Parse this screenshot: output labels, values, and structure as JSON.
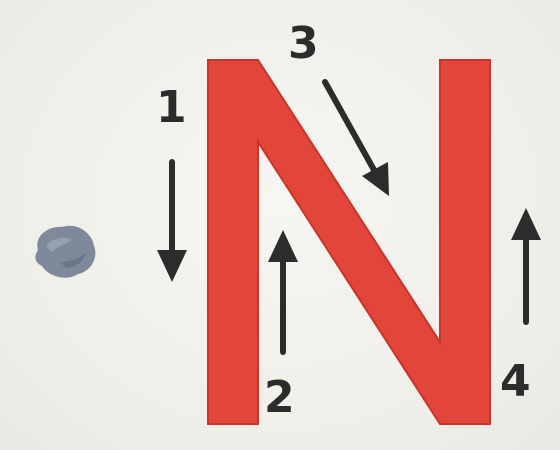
{
  "letter": {
    "glyph": "N",
    "color": "#e2453a"
  },
  "stroke_steps": [
    {
      "number": "1",
      "direction": "down"
    },
    {
      "number": "2",
      "direction": "up"
    },
    {
      "number": "3",
      "direction": "diagonal-down-right"
    },
    {
      "number": "4",
      "direction": "up"
    }
  ],
  "marker": {
    "icon": "gray-blob-icon",
    "color": "#7e8a9b"
  },
  "arrow_color": "#2d2b2c"
}
